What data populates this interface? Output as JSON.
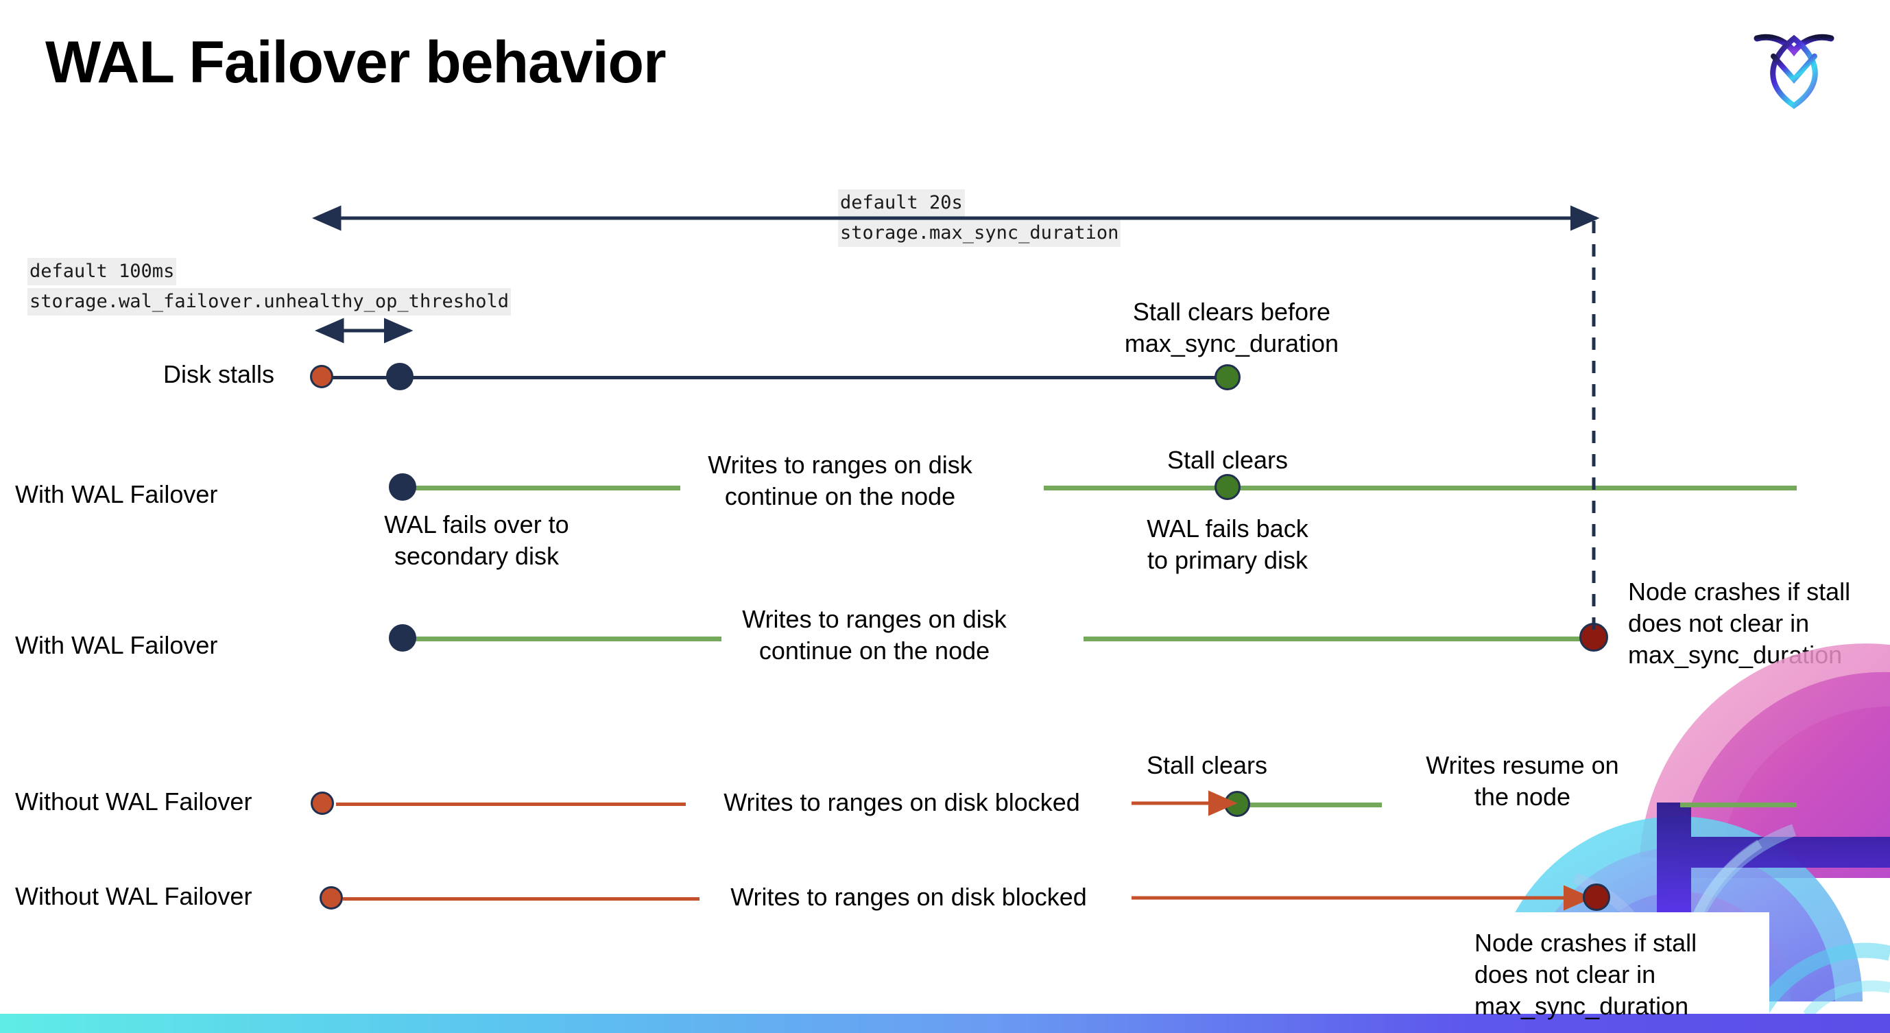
{
  "slide": {
    "title": "WAL Failover behavior",
    "logo_icon": "cockroachdb-logo-icon",
    "background": "#ffffff",
    "accent_bar_gradient": [
      "#5fece6",
      "#5bc6ef",
      "#6a9cf2",
      "#5d56ec",
      "#5b4ee8"
    ]
  },
  "colors": {
    "navy": "#21304f",
    "green_line": "#74a95c",
    "green_dot": "#417a27",
    "orange": "#c4512c",
    "dark_red": "#8b1a11",
    "code_chip_bg": "#eeeeee"
  },
  "settings": {
    "max_sync_duration": {
      "default_label": "default 20s",
      "name_label": "storage.max_sync_duration"
    },
    "unhealthy_op_threshold": {
      "default_label": "default 100ms",
      "name_label": "storage.wal_failover.unhealthy_op_threshold"
    }
  },
  "rows": [
    {
      "id": "disk-stalls",
      "label": "Disk stalls",
      "annotations": [
        "Stall clears before\nmax_sync_duration"
      ]
    },
    {
      "id": "with-wal-failover-clears",
      "label": "With WAL Failover",
      "annotations": [
        "WAL fails over to\nsecondary disk",
        "Writes to ranges on disk\ncontinue on the node",
        "Stall clears",
        "WAL fails  back\nto primary disk"
      ]
    },
    {
      "id": "with-wal-failover-crash",
      "label": "With WAL Failover",
      "annotations": [
        "Writes to ranges on disk\ncontinue on the node",
        "Node crashes if stall\ndoes not clear in\nmax_sync_duration"
      ]
    },
    {
      "id": "without-wal-failover-clears",
      "label": "Without WAL Failover",
      "annotations": [
        "Writes to ranges on disk  blocked",
        "Stall clears",
        "Writes resume on\nthe node"
      ]
    },
    {
      "id": "without-wal-failover-crash",
      "label": "Without WAL Failover",
      "annotations": [
        "Writes to ranges on disk  blocked",
        "Node crashes if stall\ndoes not clear in\nmax_sync_duration"
      ]
    }
  ],
  "annotations": {
    "stall_clears_before_max_sync": "Stall clears before\nmax_sync_duration",
    "wal_fails_over": "WAL fails over to\nsecondary disk",
    "writes_continue": "Writes to ranges on disk\ncontinue on the node",
    "stall_clears": "Stall clears",
    "wal_fails_back": "WAL fails  back\nto primary disk",
    "node_crashes": "Node crashes if stall\ndoes not clear in\nmax_sync_duration",
    "writes_blocked": "Writes to ranges on disk  blocked",
    "writes_resume": "Writes resume on\nthe node"
  },
  "labels": {
    "disk_stalls": "Disk stalls",
    "with_wal_failover": "With WAL Failover",
    "without_wal_failover": "Without WAL Failover"
  }
}
